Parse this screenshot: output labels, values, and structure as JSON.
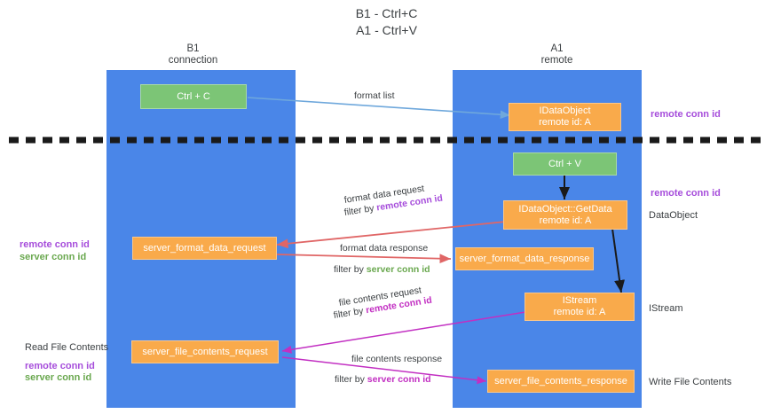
{
  "title": "B1 - Ctrl+C\nA1 - Ctrl+V",
  "colors": {
    "lane": "#4a86e8",
    "green_node": "#7cc576",
    "orange_node": "#f9aa4b",
    "remote_conn_id": "#a64ddb",
    "server_conn_id": "#6aa84f",
    "server_conn_id_alt": "#c22fc2",
    "arrow_blue": "#6fa8dc",
    "arrow_red": "#e06666",
    "arrow_black": "#1a1a1a",
    "arrow_magenta": "#c22fc2",
    "separator": "#1a1a1a"
  },
  "lanes": [
    {
      "id": "b1",
      "title": "B1\nconnection"
    },
    {
      "id": "a1",
      "title": "A1\nremote"
    }
  ],
  "nodes": [
    {
      "id": "ctrl-c",
      "line1": "Ctrl + C",
      "line2": ""
    },
    {
      "id": "idataobject",
      "line1": "IDataObject",
      "line2": "remote id: A"
    },
    {
      "id": "ctrl-v",
      "line1": "Ctrl + V",
      "line2": ""
    },
    {
      "id": "getdata",
      "line1": "IDataObject::GetData",
      "line2": "remote id: A"
    },
    {
      "id": "server-format-data-request",
      "line1": "server_format_data_request",
      "line2": ""
    },
    {
      "id": "server-format-data-response",
      "line1": "server_format_data_response",
      "line2": ""
    },
    {
      "id": "istream",
      "line1": "IStream",
      "line2": "remote id: A"
    },
    {
      "id": "server-file-contents-request",
      "line1": "server_file_contents_request",
      "line2": ""
    },
    {
      "id": "server-file-contents-response",
      "line1": "server_file_contents_response",
      "line2": ""
    }
  ],
  "edges": {
    "format_list": "format list",
    "format_data_request": "format data request",
    "format_data_request_filter_prefix": "filter by ",
    "format_data_request_filter_value": "remote conn id",
    "format_data_response": "format data response",
    "format_data_response_filter_prefix": "filter by ",
    "format_data_response_filter_value": "server conn id",
    "file_contents_request": "file contents request",
    "file_contents_request_filter_prefix": "filter by ",
    "file_contents_request_filter_value": "remote conn id",
    "file_contents_response": "file contents response",
    "file_contents_response_filter_prefix": "filter by ",
    "file_contents_response_filter_value": "server conn id"
  },
  "right_labels": {
    "remote_conn_id_top": "remote conn id",
    "remote_conn_id_mid": "remote conn id",
    "dataobject": "DataObject",
    "istream": "IStream",
    "write_file_contents": "Write File Contents"
  },
  "left_labels": {
    "remote_conn_id_mid": "remote conn id",
    "server_conn_id_mid": "server conn id",
    "read_file_contents": "Read File Contents",
    "remote_conn_id_bottom": "remote conn id",
    "server_conn_id_bottom": "server conn id"
  }
}
